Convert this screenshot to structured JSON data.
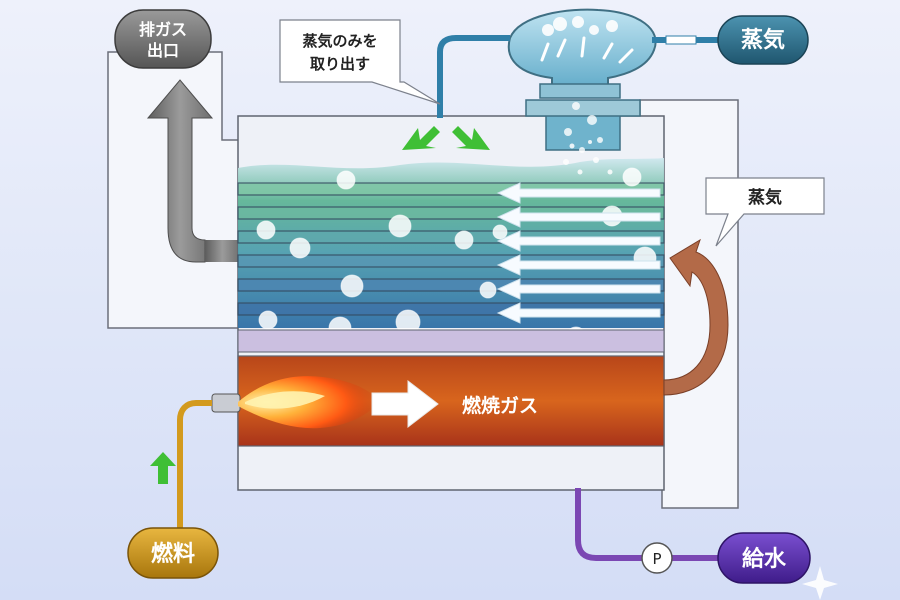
{
  "labels": {
    "exhaust_outlet_line1": "排ガス",
    "exhaust_outlet_line2": "出口",
    "steam_only_line1": "蒸気のみを",
    "steam_only_line2": "取り出す",
    "steam_out": "蒸気",
    "steam_side": "蒸気",
    "combustion_gas": "燃焼ガス",
    "fuel": "燃料",
    "feed_water": "給水",
    "pump": "P"
  },
  "colors": {
    "exhaust_pill": "#6f6f6f",
    "steam_pill": "#2f6f8a",
    "fuel_pill": "#c99416",
    "feed_pill": "#5a2fa8",
    "fuel_pipe": "#d39a1d",
    "feed_pipe": "#7b47b3",
    "steam_pipe": "#2f7fa8",
    "return_arrow": "#b0603d",
    "green_arrow": "#3fbf35",
    "combustion": "#d05a1a"
  },
  "icons": {
    "flow_arrows": "white-left-arrow",
    "upward_arrows": "green-up-arrow",
    "flame": "flame-icon",
    "sparkle": "sparkle-icon"
  }
}
